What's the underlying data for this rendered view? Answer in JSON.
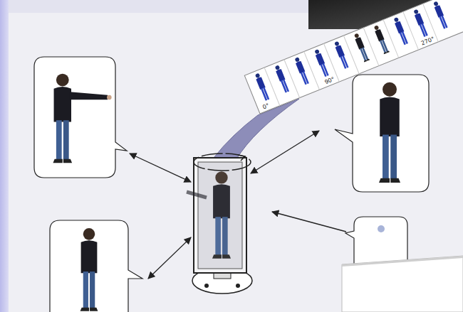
{
  "diagram": {
    "labels": [
      "0°",
      "90°",
      "270°"
    ]
  }
}
